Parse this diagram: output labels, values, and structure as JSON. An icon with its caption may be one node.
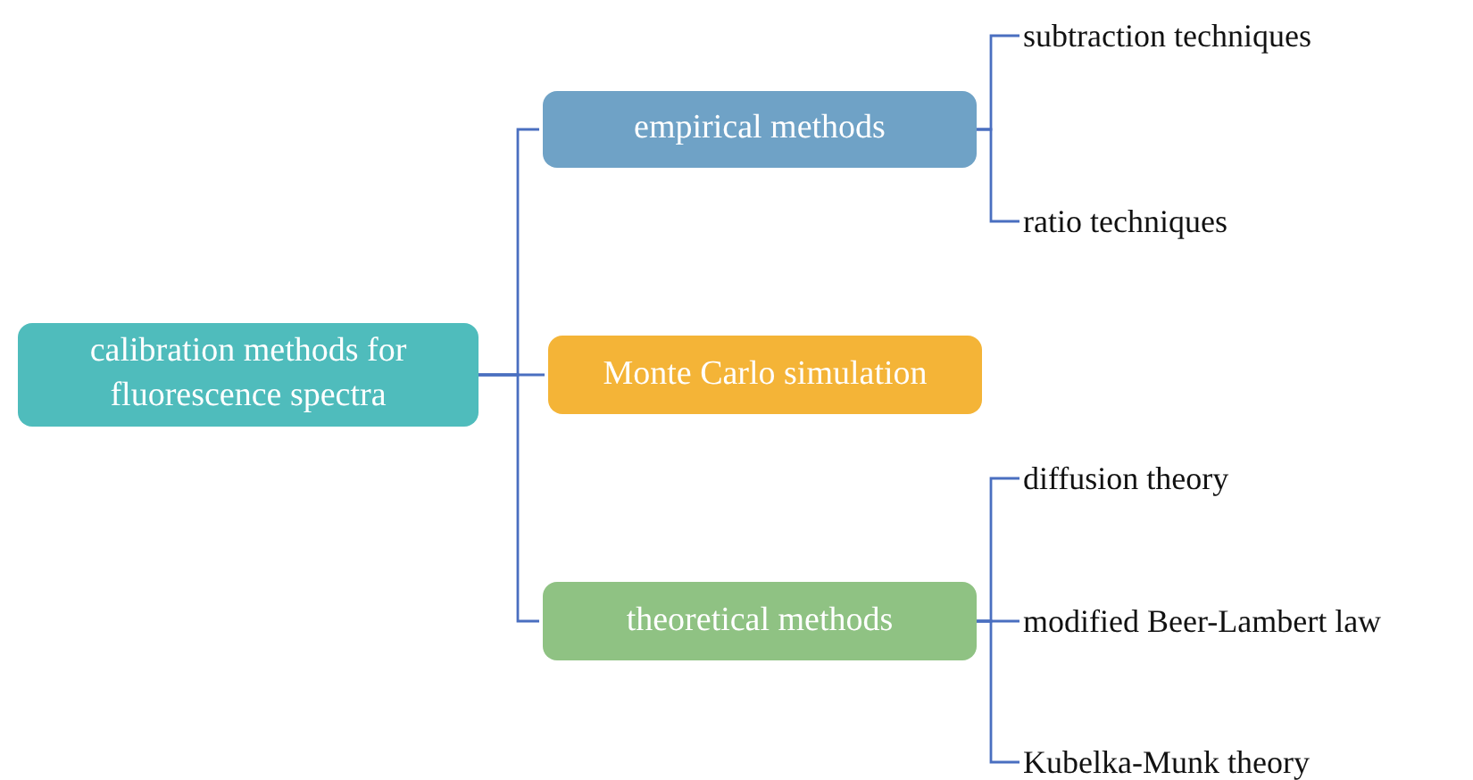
{
  "diagram": {
    "nodes": [
      {
        "text": [
          "calibration methods for fluorescence spectra"
        ]
      },
      {
        "text": [
          "empirical methods"
        ]
      },
      {
        "text": [
          "Monte Carlo simulation"
        ]
      },
      {
        "text": [
          "theoretical methods"
        ]
      },
      {
        "text": [
          "subtraction techniques"
        ]
      },
      {
        "text": [
          "ratio techniques"
        ]
      },
      {
        "text": [
          "diffusion theory"
        ]
      },
      {
        "text": [
          "modified Beer-Lambert law"
        ]
      },
      {
        "text": [
          "Kubelka-Munk theory"
        ]
      }
    ],
    "edges": [
      {
        "from": 0,
        "to": 1,
        "arrow": "none"
      },
      {
        "from": 0,
        "to": 2,
        "arrow": "none"
      },
      {
        "from": 0,
        "to": 3,
        "arrow": "none"
      },
      {
        "from": 1,
        "to": 4,
        "arrow": "none"
      },
      {
        "from": 1,
        "to": 5,
        "arrow": "none"
      },
      {
        "from": 3,
        "to": 6,
        "arrow": "none"
      },
      {
        "from": 3,
        "to": 7,
        "arrow": "none"
      },
      {
        "from": 3,
        "to": 8,
        "arrow": "none"
      }
    ]
  }
}
